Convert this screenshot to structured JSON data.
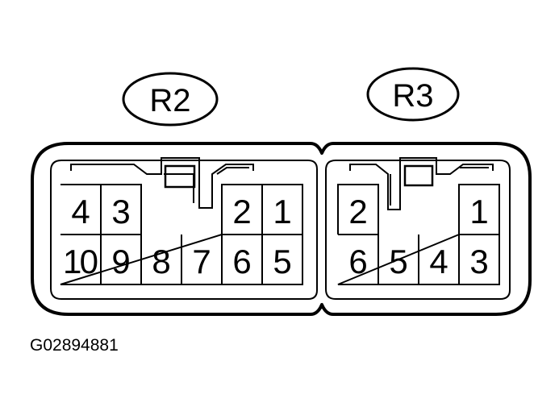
{
  "connectors": [
    {
      "label": "R2",
      "top_row": [
        "4",
        "3",
        "",
        "",
        "2",
        "1"
      ],
      "bottom_row": [
        "10",
        "9",
        "8",
        "7",
        "6",
        "5"
      ]
    },
    {
      "label": "R3",
      "top_row": [
        "2",
        "",
        "",
        "1"
      ],
      "bottom_row": [
        "6",
        "5",
        "4",
        "3"
      ]
    }
  ],
  "figure_code": "G02894881",
  "colors": {
    "line": "#000000",
    "background": "#ffffff"
  }
}
